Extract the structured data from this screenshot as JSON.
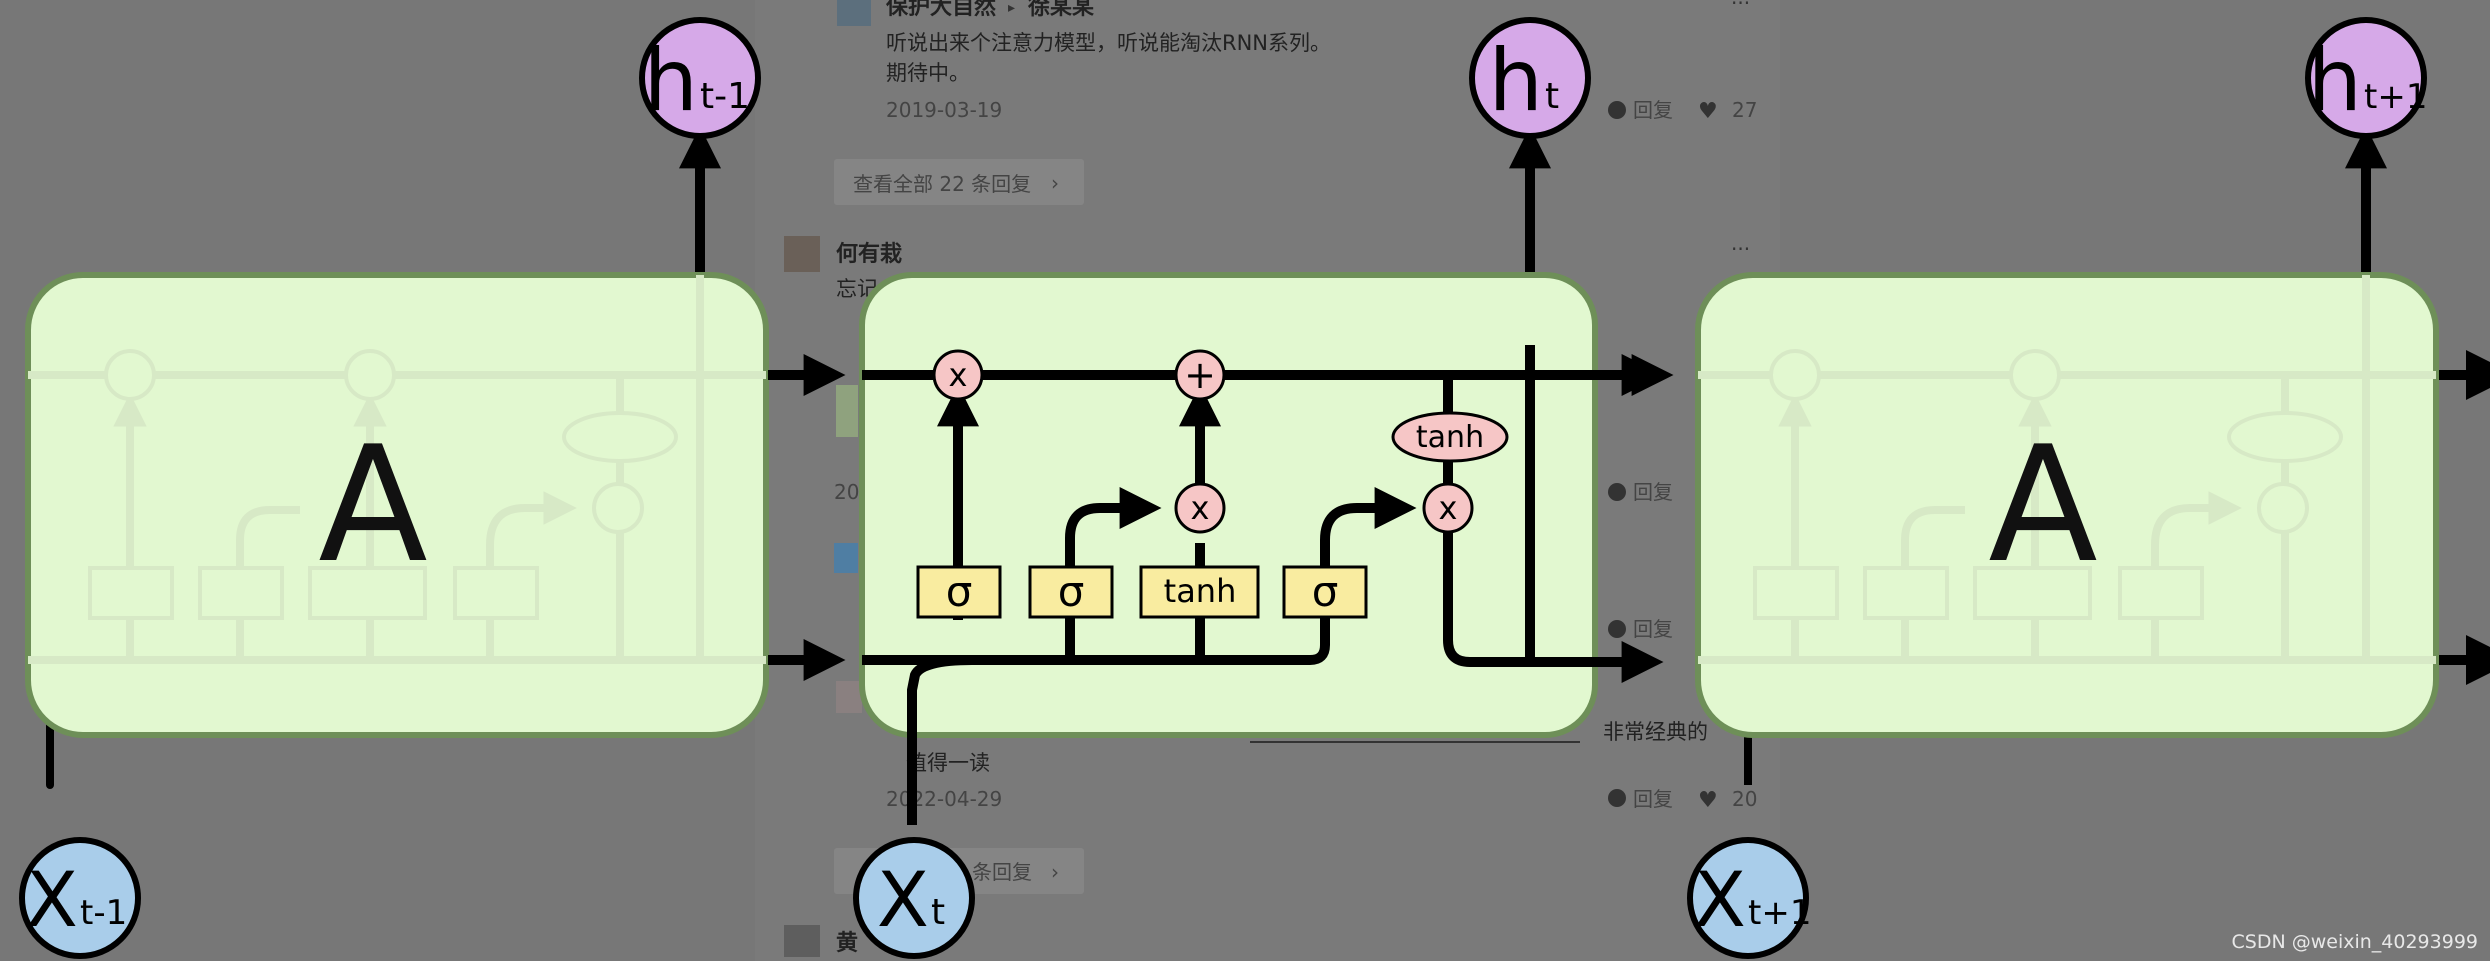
{
  "background_comments": {
    "comment1": {
      "author": "保护大自然",
      "reply_to": "徐某某",
      "text_line1": "听说出来个注意力模型，听说能淘汰RNN系列。",
      "text_line2": "期待中。",
      "date": "2019-03-19",
      "reply_label": "回复",
      "likes": "27",
      "more": "···"
    },
    "view_all_replies": "查看全部 22 条回复",
    "comment2": {
      "author": "何有栽",
      "text_fragment": "忘记",
      "more": "···",
      "date_fragment": "20",
      "reply_label": "回复"
    },
    "comment3": {
      "reply_label": "回复"
    },
    "comment4": {
      "text_mid": "非常经典的",
      "text_line2": "值得一读",
      "date": "2022-04-29",
      "reply_label": "回复",
      "likes": "20"
    },
    "view_replies_fragment": "条回复",
    "comment5_author": "黄",
    "watermark": "CSDN @weixin_40293999"
  },
  "diagram": {
    "cell_label": "A",
    "h_prev": {
      "main": "h",
      "sub": "t-1"
    },
    "h_curr": {
      "main": "h",
      "sub": "t"
    },
    "h_next": {
      "main": "h",
      "sub": "t+1"
    },
    "x_prev": {
      "main": "X",
      "sub": "t-1"
    },
    "x_curr": {
      "main": "X",
      "sub": "t"
    },
    "x_next": {
      "main": "X",
      "sub": "t+1"
    },
    "gates": [
      "σ",
      "σ",
      "tanh",
      "σ"
    ],
    "pointwise": {
      "multiply": "x",
      "add": "+",
      "tanh": "tanh"
    },
    "colors": {
      "cell_fill": "#e2f8d0",
      "cell_border": "#6e8f58",
      "gate_fill": "#f9eca0",
      "op_fill": "#f6c6c6",
      "h_fill": "#d6a9e8",
      "x_fill": "#a9cdea"
    }
  }
}
